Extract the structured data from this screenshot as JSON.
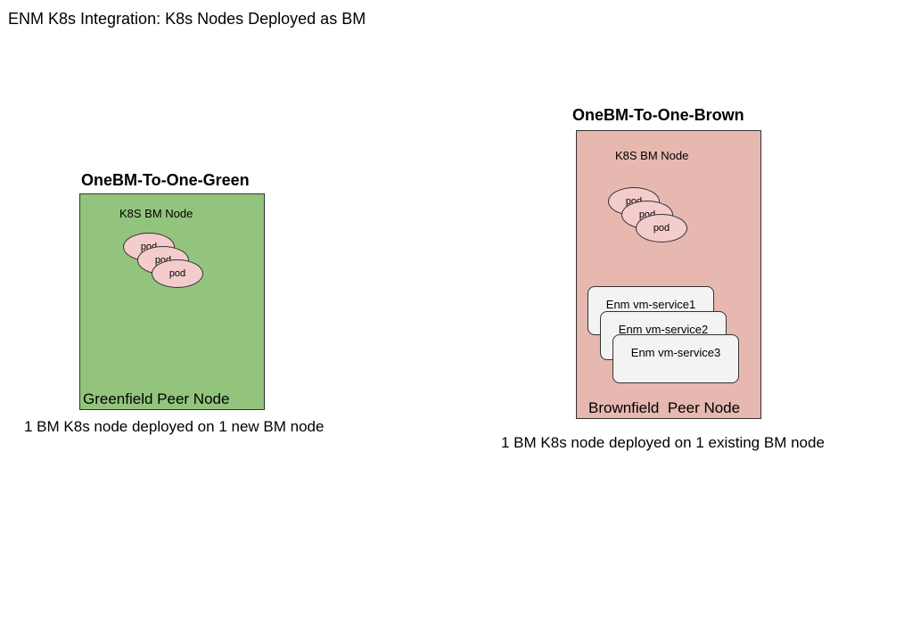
{
  "page_title": "ENM K8s Integration: K8s Nodes Deployed as BM",
  "green": {
    "title": "OneBM-To-One-Green",
    "node_label": "K8S BM Node",
    "pods": [
      "pod",
      "pod",
      "pod"
    ],
    "peer_label": "Greenfield Peer Node",
    "caption": "1 BM K8s node deployed on 1 new BM node",
    "color": "#93c47d"
  },
  "brown": {
    "title": "OneBM-To-One-Brown",
    "node_label": "K8S BM Node",
    "pods": [
      "pod",
      "pod",
      "pod"
    ],
    "services": [
      "Enm vm-service1",
      "Enm vm-service2",
      "Enm vm-service3"
    ],
    "peer_label": "Brownfield  Peer Node",
    "caption": "1 BM K8s node deployed on 1 existing BM node",
    "color": "#e6b8af"
  }
}
